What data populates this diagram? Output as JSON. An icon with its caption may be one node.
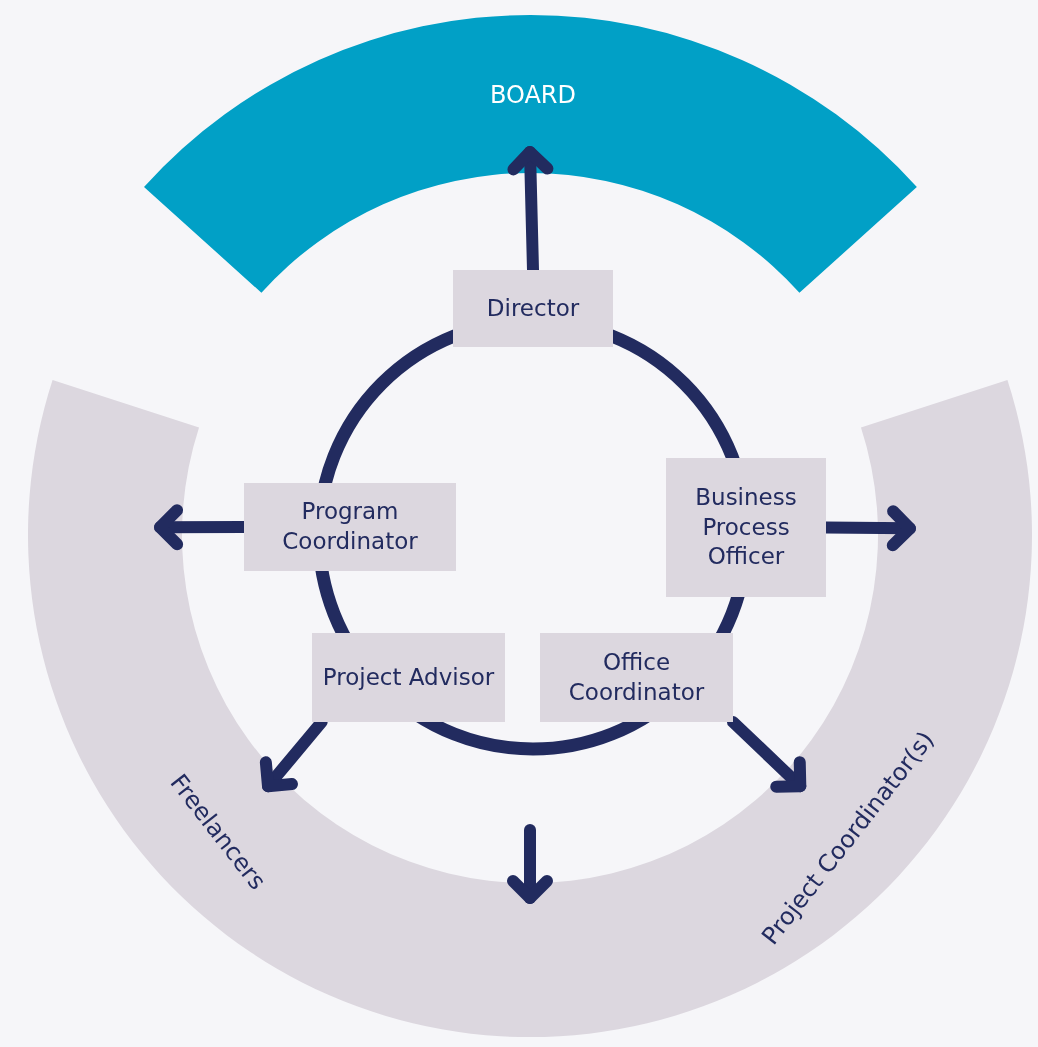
{
  "diagram": {
    "nodes": [
      {
        "text": [
          "BOARD"
        ]
      },
      {
        "text": [
          "Director"
        ]
      },
      {
        "text": [
          "Program Coordinator"
        ]
      },
      {
        "text": [
          "Business Process Officer"
        ]
      },
      {
        "text": [
          "Project Advisor"
        ]
      },
      {
        "text": [
          "Office Coordinator"
        ]
      },
      {
        "text": [
          "Freelancers",
          "Project Coordinator(s)"
        ]
      }
    ],
    "edges": [
      {
        "from": 1,
        "to": 0,
        "arrow": "to"
      },
      {
        "from": 2,
        "to": 6,
        "arrow": "to"
      },
      {
        "from": 3,
        "to": 6,
        "arrow": "to"
      },
      {
        "from": 4,
        "to": 6,
        "arrow": "to"
      },
      {
        "from": 5,
        "to": 6,
        "arrow": "to"
      },
      {
        "from": null,
        "to": 6,
        "arrow": "to"
      }
    ]
  }
}
